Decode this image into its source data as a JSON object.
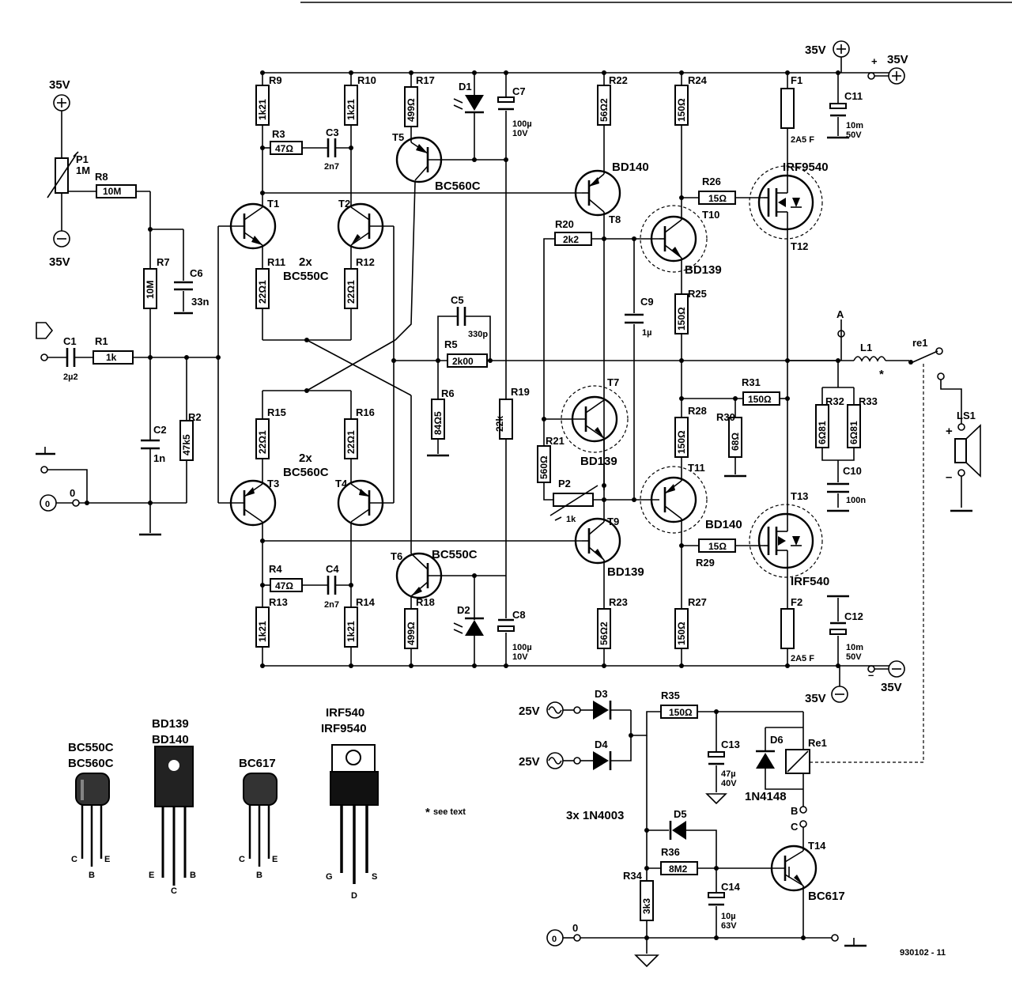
{
  "diagram": {
    "drawing_number": "930102 - 11",
    "note": "see text",
    "supplies": {
      "plus_35": "35V",
      "minus_35": "35V",
      "ac_25": "25V",
      "zero": "0"
    },
    "resistors": [
      {
        "ref": "R1",
        "value": "1k"
      },
      {
        "ref": "R2",
        "value": "47k5"
      },
      {
        "ref": "R3",
        "value": "47Ω"
      },
      {
        "ref": "R4",
        "value": "47Ω"
      },
      {
        "ref": "R5",
        "value": "2k00"
      },
      {
        "ref": "R6",
        "value": "84Ω5"
      },
      {
        "ref": "R7",
        "value": "10M"
      },
      {
        "ref": "R8",
        "value": "10M"
      },
      {
        "ref": "R9",
        "value": "1k21"
      },
      {
        "ref": "R10",
        "value": "1k21"
      },
      {
        "ref": "R11",
        "value": "22Ω1"
      },
      {
        "ref": "R12",
        "value": "22Ω1"
      },
      {
        "ref": "R13",
        "value": "1k21"
      },
      {
        "ref": "R14",
        "value": "1k21"
      },
      {
        "ref": "R15",
        "value": "22Ω1"
      },
      {
        "ref": "R16",
        "value": "22Ω1"
      },
      {
        "ref": "R17",
        "value": "499Ω"
      },
      {
        "ref": "R18",
        "value": "499Ω"
      },
      {
        "ref": "R19",
        "value": "22k"
      },
      {
        "ref": "R20",
        "value": "2k2"
      },
      {
        "ref": "R21",
        "value": "560Ω"
      },
      {
        "ref": "R22",
        "value": "56Ω2"
      },
      {
        "ref": "R23",
        "value": "56Ω2"
      },
      {
        "ref": "R24",
        "value": "150Ω"
      },
      {
        "ref": "R25",
        "value": "150Ω"
      },
      {
        "ref": "R26",
        "value": "15Ω"
      },
      {
        "ref": "R27",
        "value": "150Ω"
      },
      {
        "ref": "R28",
        "value": "150Ω"
      },
      {
        "ref": "R29",
        "value": "15Ω"
      },
      {
        "ref": "R30",
        "value": "68Ω"
      },
      {
        "ref": "R31",
        "value": "150Ω"
      },
      {
        "ref": "R32",
        "value": "6Ω81"
      },
      {
        "ref": "R33",
        "value": "6Ω81"
      },
      {
        "ref": "R34",
        "value": "3k3"
      },
      {
        "ref": "R35",
        "value": "150Ω"
      },
      {
        "ref": "R36",
        "value": "8M2"
      }
    ],
    "potentiometers": [
      {
        "ref": "P1",
        "value": "1M"
      },
      {
        "ref": "P2",
        "value": "1k"
      }
    ],
    "capacitors": [
      {
        "ref": "C1",
        "value": "2µ2"
      },
      {
        "ref": "C2",
        "value": "1n"
      },
      {
        "ref": "C3",
        "value": "2n7"
      },
      {
        "ref": "C4",
        "value": "2n7"
      },
      {
        "ref": "C5",
        "value": "330p"
      },
      {
        "ref": "C6",
        "value": "33n"
      },
      {
        "ref": "C7",
        "value": "100µ",
        "voltage": "10V"
      },
      {
        "ref": "C8",
        "value": "100µ",
        "voltage": "10V"
      },
      {
        "ref": "C9",
        "value": "1µ"
      },
      {
        "ref": "C10",
        "value": "100n"
      },
      {
        "ref": "C11",
        "value": "10m",
        "voltage": "50V"
      },
      {
        "ref": "C12",
        "value": "10m",
        "voltage": "50V"
      },
      {
        "ref": "C13",
        "value": "47µ",
        "voltage": "40V"
      },
      {
        "ref": "C14",
        "value": "10µ",
        "voltage": "63V"
      }
    ],
    "transistors": [
      {
        "ref": "T1"
      },
      {
        "ref": "T2"
      },
      {
        "ref": "T3"
      },
      {
        "ref": "T4"
      },
      {
        "ref": "T5",
        "type": "BC560C"
      },
      {
        "ref": "T6",
        "type": "BC550C"
      },
      {
        "ref": "T7",
        "type": "BD139"
      },
      {
        "ref": "T8",
        "type": "BD140"
      },
      {
        "ref": "T9",
        "type": "BD139"
      },
      {
        "ref": "T10",
        "type": "BD139"
      },
      {
        "ref": "T11",
        "type": "BD140"
      },
      {
        "ref": "T12",
        "type": "IRF9540"
      },
      {
        "ref": "T13",
        "type": "IRF540"
      },
      {
        "ref": "T14",
        "type": "BC617"
      }
    ],
    "pair_labels": {
      "upper_count": "2x",
      "upper_type": "BC550C",
      "lower_count": "2x",
      "lower_type": "BC560C"
    },
    "diodes": [
      {
        "ref": "D1"
      },
      {
        "ref": "D2"
      },
      {
        "ref": "D3"
      },
      {
        "ref": "D4"
      },
      {
        "ref": "D5"
      },
      {
        "ref": "D6",
        "type": "1N4148"
      }
    ],
    "diode_group_label": "3x  1N4003",
    "fuses": [
      {
        "ref": "F1",
        "value": "2A5 F"
      },
      {
        "ref": "F2",
        "value": "2A5 F"
      }
    ],
    "misc": {
      "inductor": "L1",
      "relay_contact": "re1",
      "relay": "Re1",
      "speaker": "LS1",
      "test_point": "A",
      "relay_pin_b": "B",
      "relay_pin_c": "C"
    },
    "packages": [
      {
        "names": [
          "BC550C",
          "BC560C"
        ],
        "pins": [
          "C",
          "B",
          "E"
        ]
      },
      {
        "names": [
          "BD139",
          "BD140"
        ],
        "pins": [
          "E",
          "C",
          "B"
        ]
      },
      {
        "names": [
          "BC617"
        ],
        "pins": [
          "C",
          "B",
          "E"
        ]
      },
      {
        "names": [
          "IRF540",
          "IRF9540"
        ],
        "pins": [
          "G",
          "D",
          "S"
        ]
      }
    ]
  }
}
